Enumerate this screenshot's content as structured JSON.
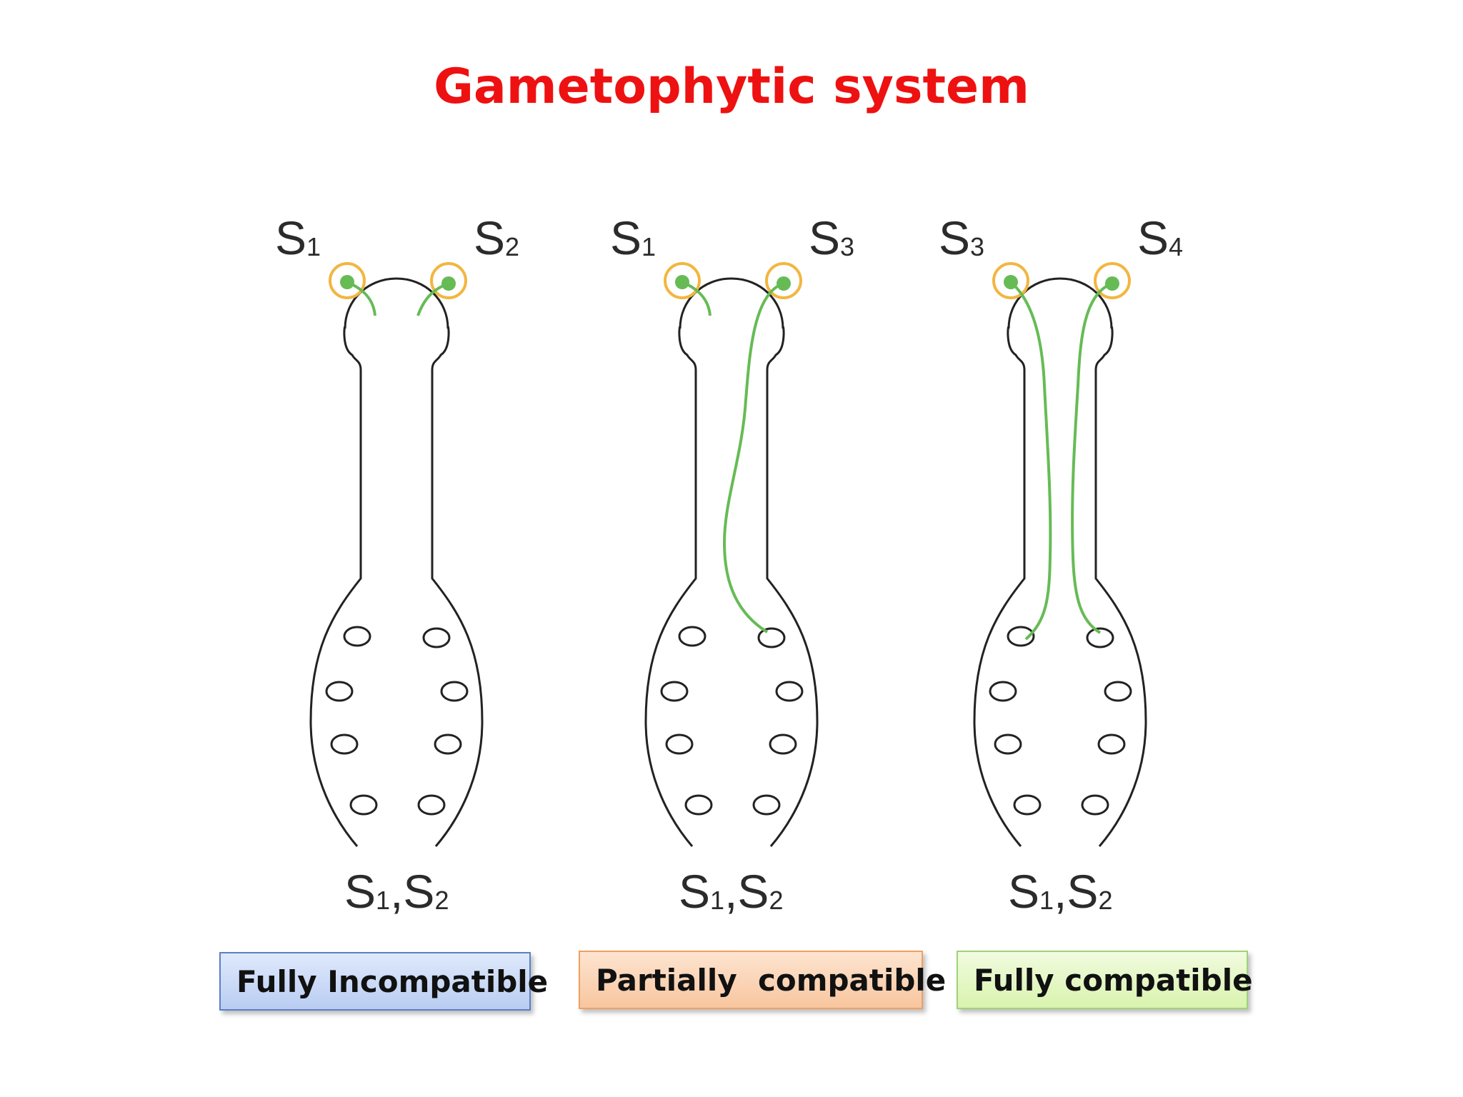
{
  "title": "Gametophytic system",
  "panels": [
    {
      "pollen_left": {
        "base": "S",
        "sub": "1"
      },
      "pollen_right": {
        "base": "S",
        "sub": "2"
      },
      "pistil": {
        "a": "S",
        "a_sub": "1",
        "sep": ",",
        "b": "S",
        "b_sub": "2"
      },
      "outcome": "Fully Incompatible"
    },
    {
      "pollen_left": {
        "base": "S",
        "sub": "1"
      },
      "pollen_right": {
        "base": "S",
        "sub": "3"
      },
      "pistil": {
        "a": "S",
        "a_sub": "1",
        "sep": ",",
        "b": "S",
        "b_sub": "2"
      },
      "outcome": "Partially  compatible"
    },
    {
      "pollen_left": {
        "base": "S",
        "sub": "3"
      },
      "pollen_right": {
        "base": "S",
        "sub": "4"
      },
      "pistil": {
        "a": "S",
        "a_sub": "1",
        "sep": ",",
        "b": "S",
        "b_sub": "2"
      },
      "outcome": "Fully compatible"
    }
  ],
  "colors": {
    "title": "#ee1111",
    "pollen_tube": "#66bb55",
    "pollen_ring": "#f2b640",
    "outline": "#222222"
  }
}
